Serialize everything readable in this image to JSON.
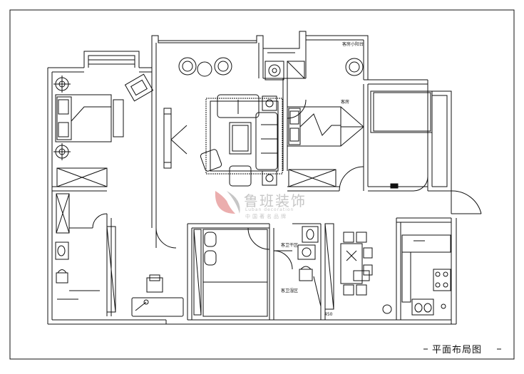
{
  "labels": {
    "guest_small_balcony": "客房小阳台",
    "guest_room": "客房",
    "guest_bath_dry": "客卫干区",
    "guest_bath_wet": "客卫湿区",
    "dimension_450": "450",
    "plan_title": "平面布局图"
  },
  "watermark": {
    "brand": "鲁班装饰",
    "brand_en": "Luban decoration",
    "slogan": "中国著名品牌"
  },
  "colors": {
    "line": "#111111",
    "watermark_red": "#e8a0a0",
    "watermark_gray": "#bdbdbd",
    "background": "#ffffff"
  }
}
